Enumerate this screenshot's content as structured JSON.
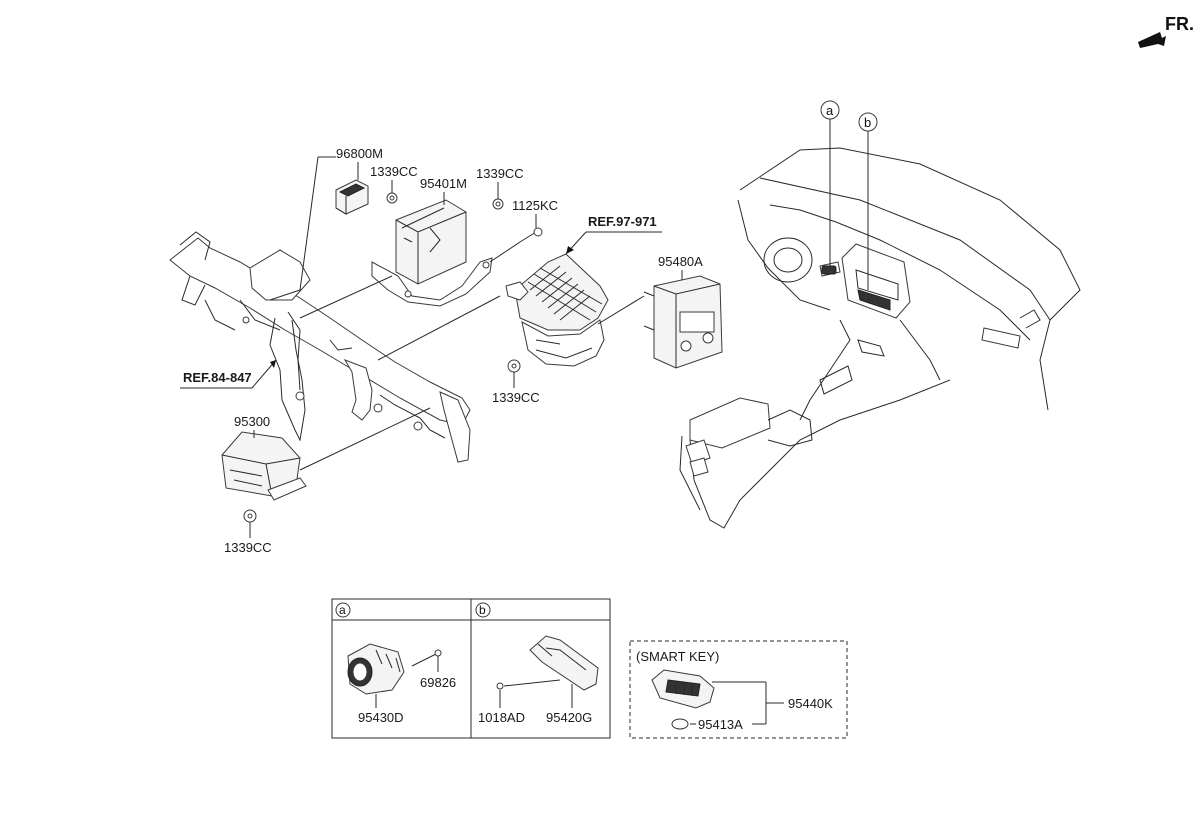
{
  "direction_marker": "FR.",
  "labels": {
    "p96800M": "96800M",
    "p1339CC_a": "1339CC",
    "p95401M": "95401M",
    "p1339CC_b": "1339CC",
    "p1125KC": "1125KC",
    "ref97": "REF.97-971",
    "p95480A": "95480A",
    "ref84": "REF.84-847",
    "p1339CC_c": "1339CC",
    "p95300": "95300",
    "p1339CC_d": "1339CC"
  },
  "callouts": {
    "a": "a",
    "b": "b"
  },
  "detail_a": {
    "tag": "a",
    "part1": "69826",
    "part2": "95430D"
  },
  "detail_b": {
    "tag": "b",
    "part1": "1018AD",
    "part2": "95420G"
  },
  "smart_key": {
    "title": "(SMART KEY)",
    "part1": "95440K",
    "part2": "95413A"
  }
}
